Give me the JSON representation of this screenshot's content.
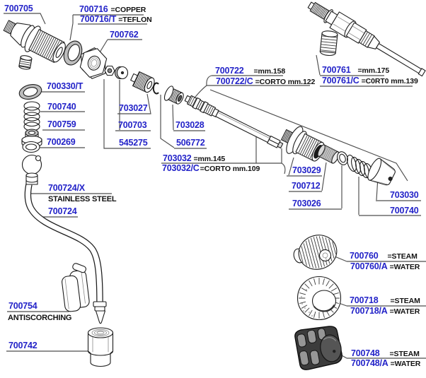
{
  "meta": {
    "description": "Exploded spare-parts diagram: espresso machine steam/water valve, valve rod, steam wand and knobs",
    "accent_color": "#2323c8",
    "line_color": "#1c1c1c"
  },
  "parts": {
    "p700705": {
      "num": "700705"
    },
    "p700716": {
      "num": "700716",
      "desc": "=COPPER"
    },
    "p700716t": {
      "num": "700716/T",
      "desc": "=TEFLON"
    },
    "p700762": {
      "num": "700762"
    },
    "p700330t": {
      "num": "700330/T"
    },
    "p700740_left": {
      "num": "700740"
    },
    "p700759": {
      "num": "700759"
    },
    "p700269": {
      "num": "700269"
    },
    "p703027": {
      "num": "703027"
    },
    "p700703": {
      "num": "700703"
    },
    "p545275": {
      "num": "545275"
    },
    "p703028": {
      "num": "703028"
    },
    "p506772": {
      "num": "506772"
    },
    "p700722": {
      "num": "700722",
      "desc": "=mm.158"
    },
    "p700722c": {
      "num": "700722/C",
      "desc": "=CORTO mm.122"
    },
    "p703032": {
      "num": "703032",
      "desc": "=mm.145"
    },
    "p703032c": {
      "num": "703032/C",
      "desc": "=CORTO mm.109"
    },
    "p700761": {
      "num": "700761",
      "desc": "=mm.175"
    },
    "p700761c": {
      "num": "700761/C",
      "desc": "=C0RT0 mm.139"
    },
    "p703029": {
      "num": "703029"
    },
    "p700712": {
      "num": "700712"
    },
    "p703026": {
      "num": "703026"
    },
    "p703030": {
      "num": "703030"
    },
    "p700740_right": {
      "num": "700740"
    },
    "p700724x": {
      "num": "700724/X",
      "desc": "STAINLESS STEEL"
    },
    "p700724": {
      "num": "700724"
    },
    "p700754": {
      "num": "700754",
      "desc": "ANTISCORCHING"
    },
    "p700742": {
      "num": "700742"
    },
    "p700760": {
      "num": "700760",
      "desc": "=STEAM"
    },
    "p700760a": {
      "num": "700760/A",
      "desc": "=WATER"
    },
    "p700718": {
      "num": "700718",
      "desc": "=STEAM"
    },
    "p700718a": {
      "num": "700718/A",
      "desc": "=WATER"
    },
    "p700748": {
      "num": "700748",
      "desc": "=STEAM"
    },
    "p700748a": {
      "num": "700748/A",
      "desc": "=WATER"
    }
  }
}
